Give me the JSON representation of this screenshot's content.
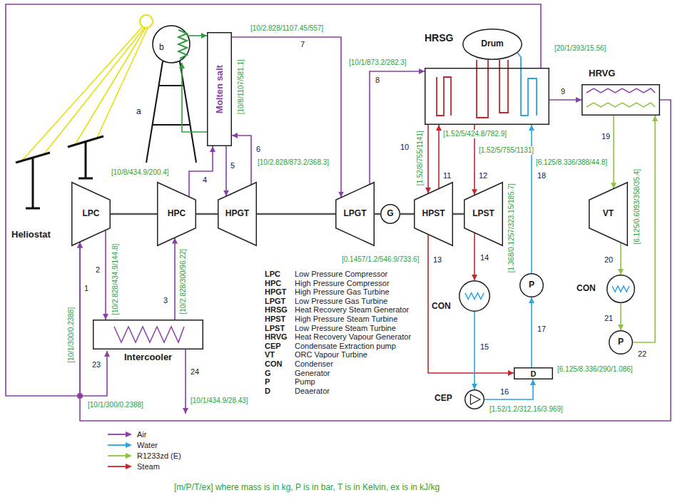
{
  "diagram": {
    "caption": "[m/P/T/ex] where mass is in kg, P is in bar, T is in Kelvin, ex is in kJ/kg",
    "nodes": [
      {
        "text": [
          "Molten salt"
        ]
      },
      {
        "text": [
          "LPC"
        ]
      },
      {
        "text": [
          "HPC"
        ]
      },
      {
        "text": [
          "HPGT"
        ]
      },
      {
        "text": [
          "LPGT"
        ]
      },
      {
        "text": [
          "G"
        ]
      },
      {
        "text": [
          "HPST"
        ]
      },
      {
        "text": [
          "LPST"
        ]
      },
      {
        "text": [
          "HRSG"
        ]
      },
      {
        "text": [
          "Drum"
        ]
      },
      {
        "text": [
          "HRVG"
        ]
      },
      {
        "text": [
          "VT"
        ]
      },
      {
        "text": [
          "Intercooler"
        ]
      },
      {
        "text": [
          "CON"
        ]
      },
      {
        "text": [
          "P"
        ]
      },
      {
        "text": [
          "D"
        ]
      },
      {
        "text": [
          "CEP"
        ]
      },
      {
        "text": [
          "CON"
        ]
      },
      {
        "text": [
          "P"
        ]
      }
    ],
    "edges": [
      {
        "from": 1,
        "to": 2,
        "arrow": "none"
      },
      {
        "from": 2,
        "to": 3,
        "arrow": "none"
      },
      {
        "from": 3,
        "to": 4,
        "arrow": "none"
      },
      {
        "from": 4,
        "to": 5,
        "arrow": "none"
      },
      {
        "from": 5,
        "to": 6,
        "arrow": "none"
      },
      {
        "from": 6,
        "to": 7,
        "arrow": "none"
      },
      {
        "from": 1,
        "to": 12,
        "arrow": "to"
      },
      {
        "from": 12,
        "to": 2,
        "arrow": "to"
      },
      {
        "from": 2,
        "to": 0,
        "arrow": "to"
      },
      {
        "from": 0,
        "to": 3,
        "arrow": "to"
      },
      {
        "from": 3,
        "to": 0,
        "arrow": "to"
      },
      {
        "from": 0,
        "to": 4,
        "arrow": "to"
      },
      {
        "from": 4,
        "to": 8,
        "arrow": "to"
      },
      {
        "from": 8,
        "to": 10,
        "arrow": "to"
      },
      {
        "from": 8,
        "to": 6,
        "arrow": "to"
      },
      {
        "from": 6,
        "to": 8,
        "arrow": "to"
      },
      {
        "from": 8,
        "to": 7,
        "arrow": "to"
      },
      {
        "from": 6,
        "to": 15,
        "arrow": "to"
      },
      {
        "from": 7,
        "to": 13,
        "arrow": "to"
      },
      {
        "from": 13,
        "to": 16,
        "arrow": "to"
      },
      {
        "from": 16,
        "to": 15,
        "arrow": "to"
      },
      {
        "from": 15,
        "to": 14,
        "arrow": "to"
      },
      {
        "from": 14,
        "to": 8,
        "arrow": "to"
      },
      {
        "from": 10,
        "to": 11,
        "arrow": "to"
      },
      {
        "from": 11,
        "to": 17,
        "arrow": "to"
      },
      {
        "from": 17,
        "to": 18,
        "arrow": "to"
      },
      {
        "from": 18,
        "to": 10,
        "arrow": "to"
      },
      {
        "from": 8,
        "to": 1,
        "arrow": "to"
      },
      {
        "from": 10,
        "to": 1,
        "arrow": "to"
      }
    ],
    "labels": [
      "Heliostat",
      "a",
      "b",
      "1",
      "[10/1/300/0.2388]",
      "2",
      "[10/2.828/434.9/144.8]",
      "3",
      "[10/2.828/300/96.22]",
      "4",
      "[10/8/434.9/200.4]",
      "5",
      "[10/8/1107/581.1]",
      "6",
      "[10/2.828/873.2/368.3]",
      "7",
      "[10/2.828/1107.45/557]",
      "8",
      "[10/1/873.2/282.3]",
      "9",
      "[20/1/393/15.56]",
      "10",
      "[1.52/8/755/1141]",
      "11",
      "[1.52/5/424.8/782.9]",
      "12",
      "[1.52/5/755/1131]",
      "[1.368/0.1257/323.15/185.7]",
      "13",
      "[0.1457/1.2/546.9/733.6]",
      "14",
      "15",
      "16",
      "[1.52/1.2/312.16/3.969]",
      "17",
      "18",
      "19",
      "[6.125/8.336/388/44.8]",
      "20",
      "[6.125/0.6093/358/35.4]",
      "21",
      "22",
      "[6.125/8.336/290/1.086]",
      "23",
      "[10/1/300/0.2388]",
      "24",
      "[10/1/434.9/28.43]",
      "LPC",
      "Low Pressure Compressor",
      "HPC",
      "High Pressure Compressor",
      "HPGT",
      "High Pressure Gas Turbine",
      "LPGT",
      "Low Pressure Gas Turbine",
      "HRSG",
      "Heat Recovery Steam Generator",
      "HPST",
      "High Pressure Steam Turbine",
      "LPST",
      "Low Pressure Steam Turbine",
      "HRVG",
      "Heat Recovery Vapour Generator",
      "CEP",
      "Condensate Extraction pump",
      "VT",
      "ORC Vapour Turbine",
      "CON",
      "Condenser",
      "G",
      "Generator",
      "P",
      "Pump",
      "D",
      "Deaerator"
    ],
    "legend": [
      {
        "text": "Air"
      },
      {
        "text": "Water"
      },
      {
        "text": "R1233zd (E)"
      },
      {
        "text": "Steam"
      }
    ]
  }
}
